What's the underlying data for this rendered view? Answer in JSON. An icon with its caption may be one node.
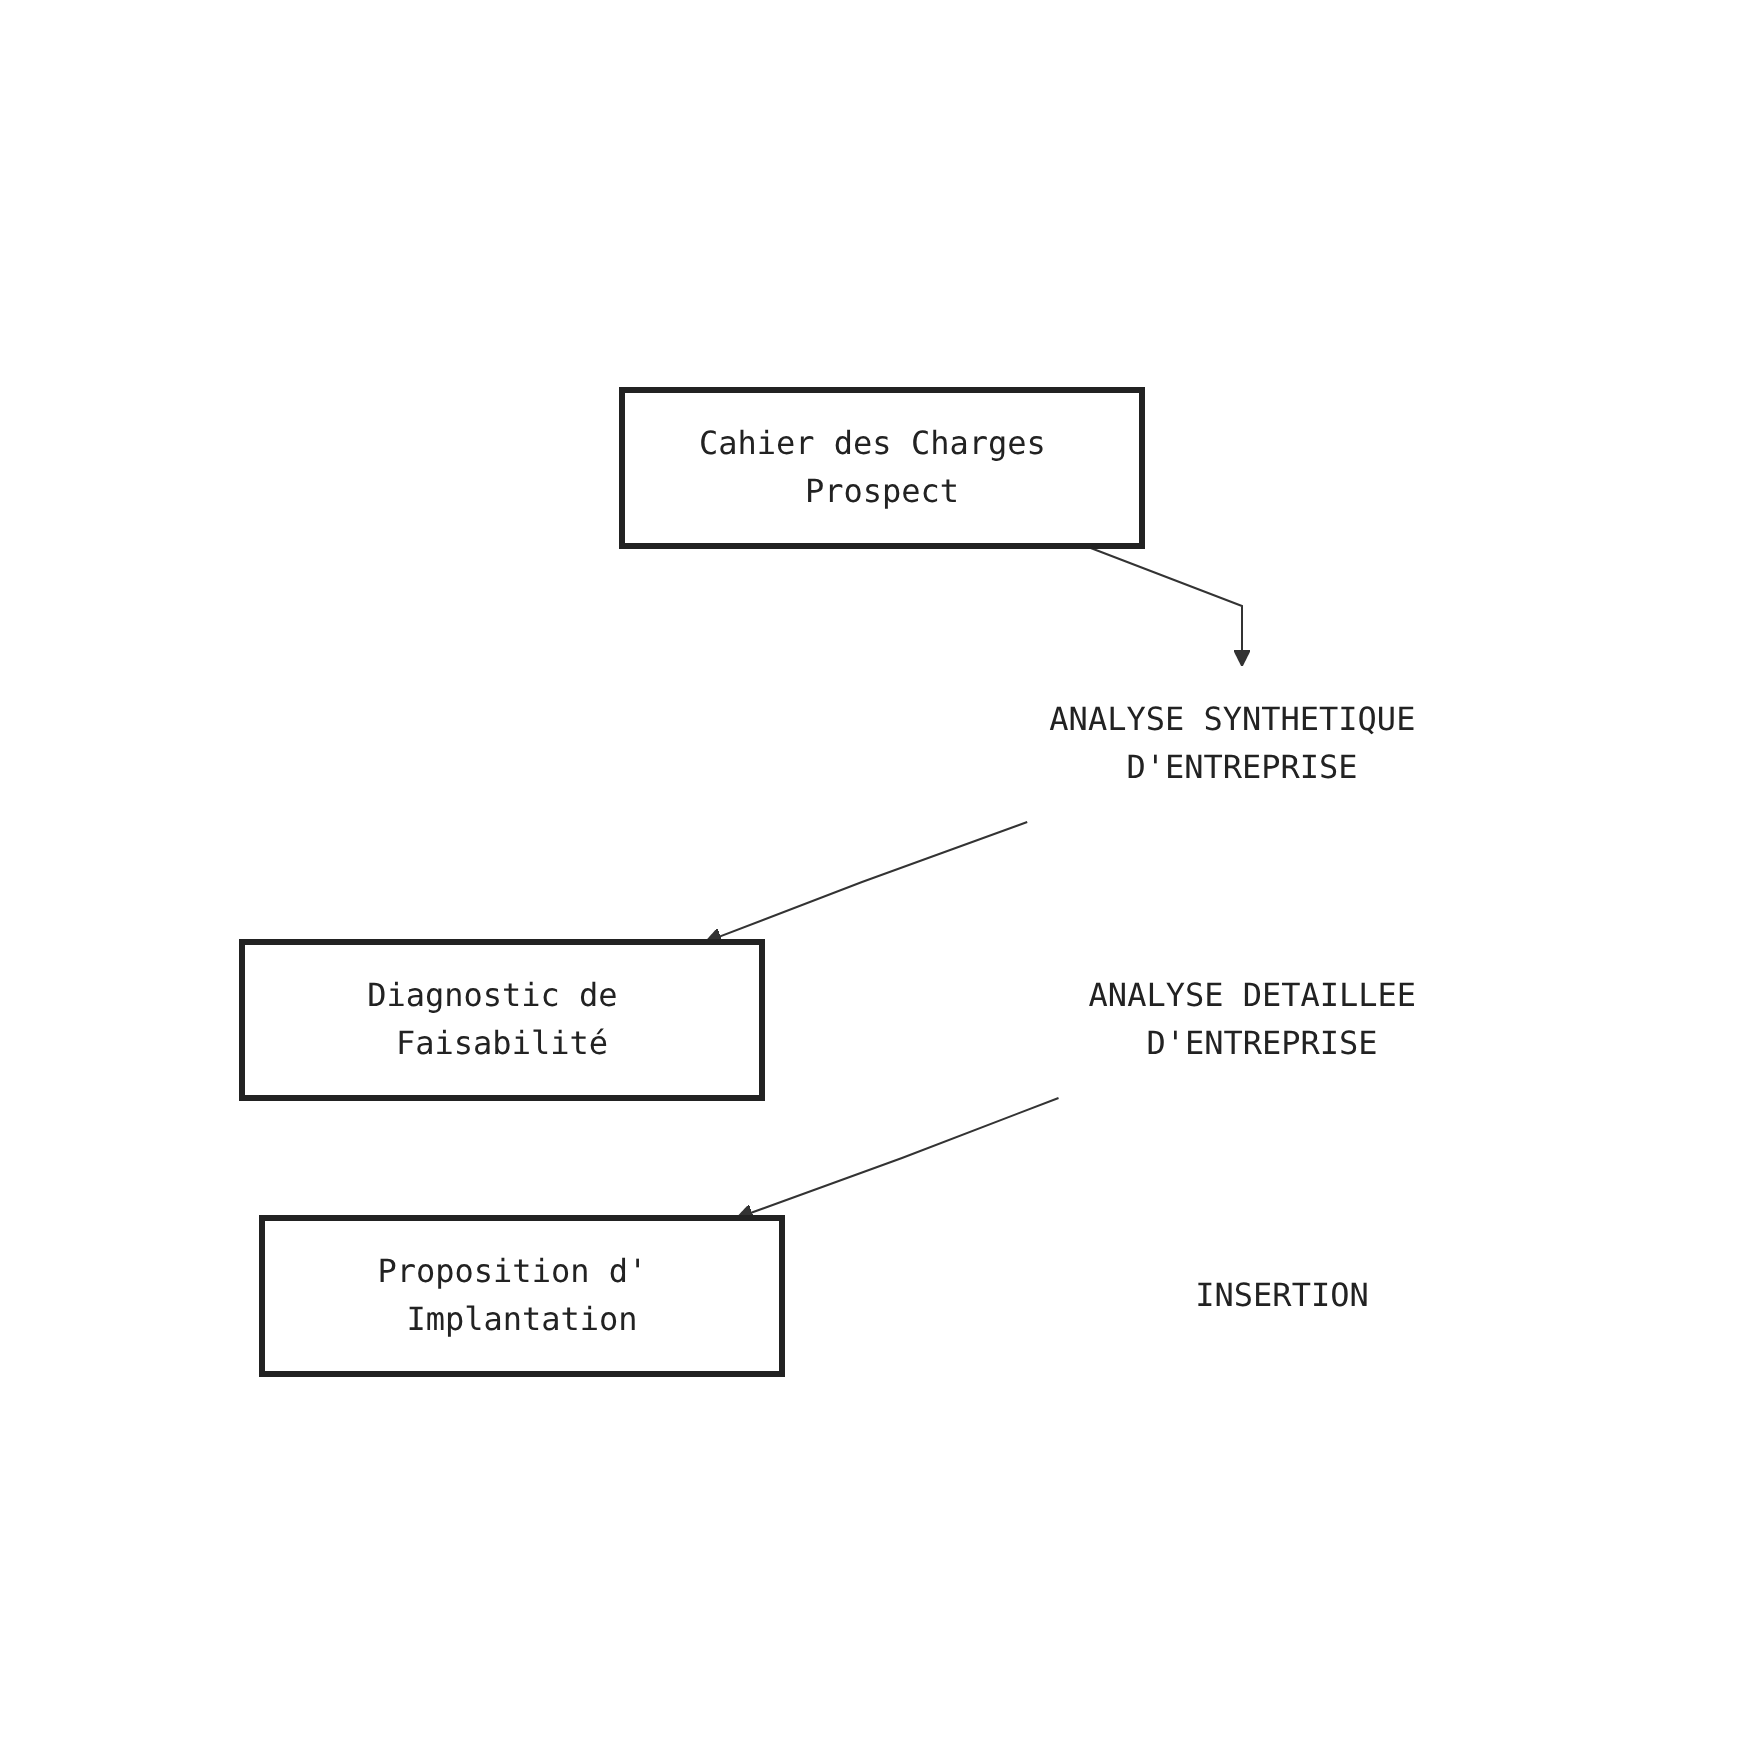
{
  "diagram": {
    "nodes": [
      {
        "text": [
          "Cahier des Charges Prospect"
        ]
      },
      {
        "text": [
          "ANALYSE SYNTHETIQUE D'ENTREPRISE"
        ]
      },
      {
        "text": [
          "Diagnostic de Faisabilité"
        ]
      },
      {
        "text": [
          "ANALYSE DETAILLEE D'ENTREPRISE"
        ]
      },
      {
        "text": [
          "Proposition d' Implantation"
        ]
      },
      {
        "text": [
          "INSERTION"
        ]
      }
    ],
    "edges": [
      {
        "from": 0,
        "to": 1,
        "arrow": "to"
      },
      {
        "from": 1,
        "to": 2,
        "arrow": "to"
      },
      {
        "from": 3,
        "to": 4,
        "arrow": "to"
      }
    ]
  }
}
